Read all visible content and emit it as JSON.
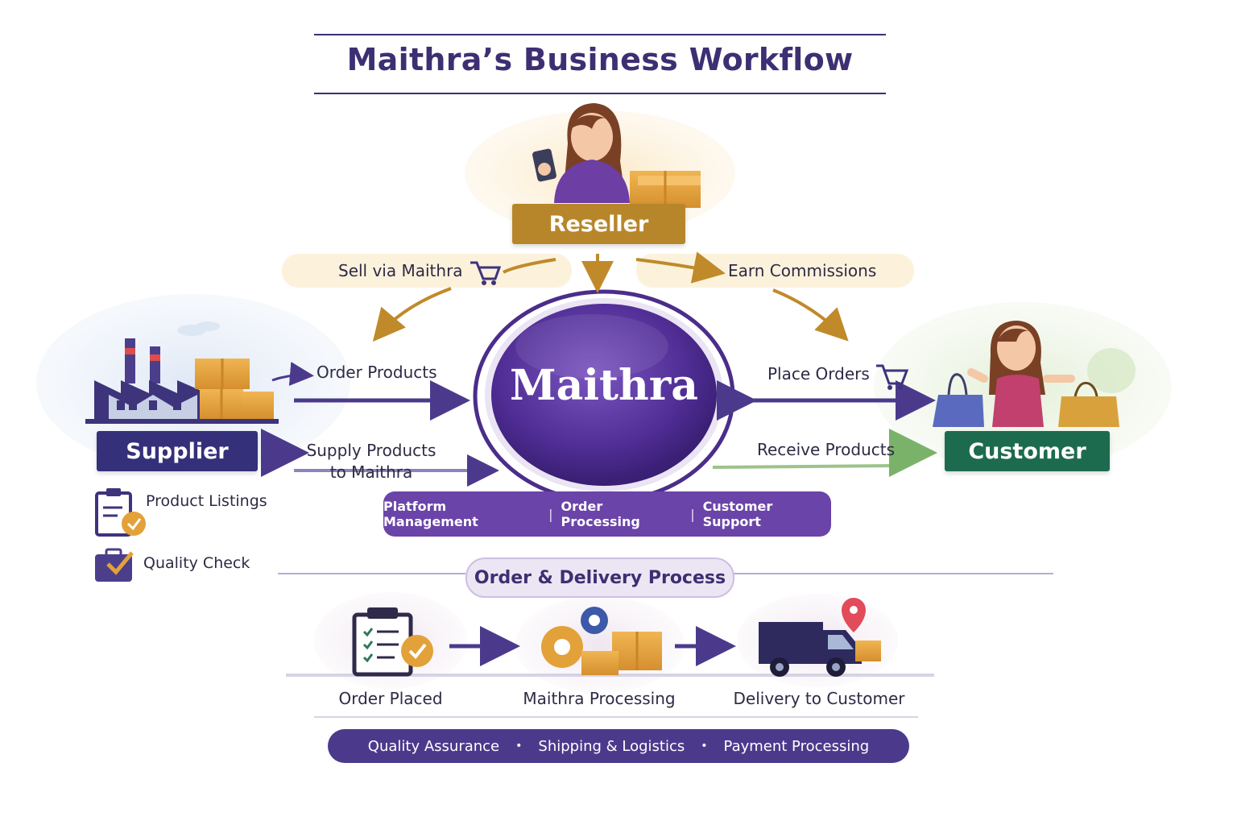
{
  "title": "Maithra’s Business Workflow",
  "reseller": {
    "label": "Reseller"
  },
  "supplier": {
    "label": "Supplier"
  },
  "customer": {
    "label": "Customer"
  },
  "hub": {
    "name": "Maithra"
  },
  "flows": {
    "sell_via": "Sell via Maithra",
    "earn": "Earn Commissions",
    "order_products": "Order Products",
    "supply_products": "Supply Products to Maithra",
    "place_orders": "Place Orders",
    "receive_products": "Receive Products"
  },
  "platform": {
    "items": [
      "Platform Management",
      "Order Processing",
      "Customer Support"
    ],
    "separator": "|"
  },
  "supplier_tasks": [
    "Product Listings",
    "Quality Check"
  ],
  "process": {
    "title": "Order & Delivery Process",
    "steps": [
      "Order Placed",
      "Maithra Processing",
      "Delivery to Customer"
    ]
  },
  "services": {
    "items": [
      "Quality Assurance",
      "Shipping & Logistics",
      "Payment Processing"
    ],
    "bullet": "•"
  },
  "colors": {
    "primary": "#3d2f72",
    "gold": "#b8862a",
    "green": "#1d6b4f",
    "purple": "#6a44a8"
  },
  "icons": [
    "shopping-cart-icon",
    "factory-icon",
    "box-icon",
    "clipboard-check-icon",
    "gear-icon",
    "delivery-truck-icon",
    "location-pin-icon",
    "shopping-bag-icon"
  ]
}
